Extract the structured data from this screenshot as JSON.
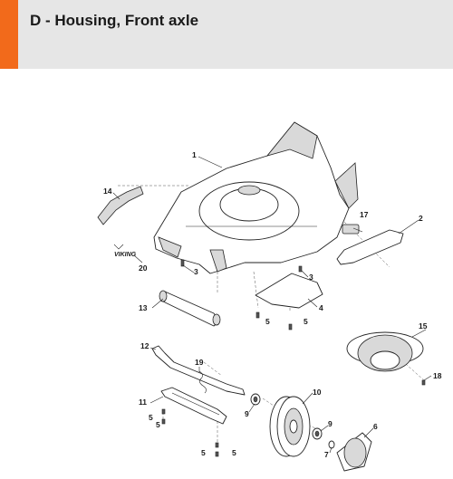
{
  "header": {
    "title": "D - Housing, Front axle"
  },
  "callouts": {
    "c1": "1",
    "c2": "2",
    "c3a": "3",
    "c3b": "3",
    "c4": "4",
    "c5a": "5",
    "c5b": "5",
    "c5c": "5",
    "c5d": "5",
    "c5e": "5",
    "c5f": "5",
    "c6": "6",
    "c7": "7",
    "c9a": "9",
    "c9b": "9",
    "c10": "10",
    "c11": "11",
    "c12": "12",
    "c13": "13",
    "c14": "14",
    "c15": "15",
    "c17": "17",
    "c18": "18",
    "c19": "19",
    "c20": "20"
  },
  "logo_text": "VIKING",
  "colors": {
    "accent": "#f26a1b",
    "header_bg": "#e6e6e6"
  }
}
